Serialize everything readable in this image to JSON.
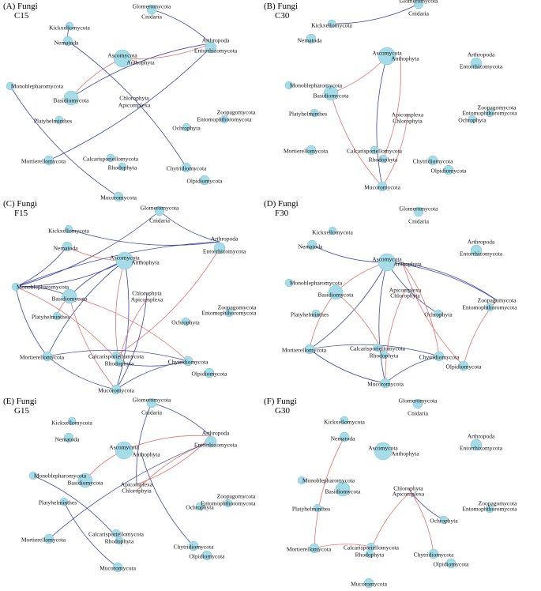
{
  "node_names": {
    "glomeromycota": "Glomeromycota",
    "cnidaria": "Cnidaria",
    "kickxellomycota": "Kickxellomycota",
    "nematoda": "Nematoda",
    "arthropoda": "Arthropoda",
    "entorrhizomycota": "Entorrhizomycota",
    "ascomycota": "Ascomycota",
    "anthophyta": "Anthophyta",
    "monoblepharomycota": "Monoblepharomycota",
    "basidiomycota": "Basidiomycota",
    "chlorophyta": "Chlorophyta",
    "apicomplexa": "Apicomplexa",
    "platyhelminthes": "Platyhelminthes",
    "zoopagomycota": "Zoopagomycota",
    "entomophthoromycota": "Entomophthoromycota",
    "ochrophyta": "Ochrophyta",
    "mortierellomycota": "Mortierellomycota",
    "calcarisporiellomycota": "Calcarisporiellomycota",
    "rhodophyta": "Rhodophyta",
    "chytridiomycota": "Chytridiomycota",
    "olpidiomycota": "Olpidiomycota",
    "mucoromycota": "Mucoromycota"
  },
  "panels": [
    {
      "id": "A",
      "title": "(A) Fungi",
      "subtitle": "C15",
      "pair_labels": [
        [
          "chlorophyta",
          "apicomplexa"
        ]
      ],
      "edges": [
        [
          "ascomycota",
          "basidiomycota",
          "red"
        ],
        [
          "ascomycota",
          "anthophyta",
          "red"
        ],
        [
          "ascomycota",
          "arthropoda",
          "red"
        ],
        [
          "glomeromycota",
          "arthropoda",
          "blue"
        ],
        [
          "kickxellomycota",
          "nematoda",
          "blue"
        ],
        [
          "nematoda",
          "chytridiomycota",
          "blue"
        ],
        [
          "monoblepharomycota",
          "mucoromycota",
          "blue"
        ],
        [
          "basidiomycota",
          "arthropoda",
          "blue"
        ],
        [
          "mortierellomycota",
          "entorrhizomycota",
          "blue"
        ]
      ]
    },
    {
      "id": "B",
      "title": "(B) Fungi",
      "subtitle": "C30",
      "pair_labels": [
        [
          "apicomplexa",
          "chlorophyta"
        ]
      ],
      "edges": [
        [
          "kickxellomycota",
          "glomeromycota",
          "blue"
        ],
        [
          "ascomycota",
          "basidiomycota",
          "red"
        ],
        [
          "ascomycota",
          "mucoromycota",
          "blue"
        ],
        [
          "anthophyta",
          "rhodophyta",
          "red"
        ],
        [
          "basidiomycota",
          "mucoromycota",
          "red"
        ],
        [
          "apicomplexa",
          "mucoromycota",
          "red"
        ]
      ]
    },
    {
      "id": "C",
      "title": "(C) Fungi",
      "subtitle": "F15",
      "pair_labels": [
        [
          "chlorophyta",
          "apicomplexa"
        ]
      ],
      "edges": [
        [
          "kickxellomycota",
          "arthropoda",
          "blue"
        ],
        [
          "glomeromycota",
          "monoblepharomycota",
          "blue"
        ],
        [
          "glomeromycota",
          "arthropoda",
          "blue"
        ],
        [
          "nematoda",
          "monoblepharomycota",
          "blue"
        ],
        [
          "nematoda",
          "ascomycota",
          "red"
        ],
        [
          "monoblepharomycota",
          "arthropoda",
          "blue"
        ],
        [
          "monoblepharomycota",
          "ascomycota",
          "blue"
        ],
        [
          "monoblepharomycota",
          "basidiomycota",
          "blue"
        ],
        [
          "monoblepharomycota",
          "mortierellomycota",
          "blue"
        ],
        [
          "monoblepharomycota",
          "rhodophyta",
          "red"
        ],
        [
          "ascomycota",
          "basidiomycota",
          "blue"
        ],
        [
          "ascomycota",
          "anthophyta",
          "red"
        ],
        [
          "ascomycota",
          "rhodophyta",
          "red"
        ],
        [
          "ascomycota",
          "mucoromycota",
          "blue"
        ],
        [
          "ascomycota",
          "mortierellomycota",
          "blue"
        ],
        [
          "entorrhizomycota",
          "calcarisporiellomycota",
          "red"
        ],
        [
          "basidiomycota",
          "mucoromycota",
          "red"
        ],
        [
          "basidiomycota",
          "chytridiomycota",
          "red"
        ],
        [
          "basidiomycota",
          "platyhelminthes",
          "red"
        ],
        [
          "chlorophyta",
          "mucoromycota",
          "blue"
        ],
        [
          "apicomplexa",
          "rhodophyta",
          "red"
        ],
        [
          "mortierellomycota",
          "chytridiomycota",
          "blue"
        ],
        [
          "mortierellomycota",
          "mucoromycota",
          "blue"
        ],
        [
          "mucoromycota",
          "chytridiomycota",
          "blue"
        ],
        [
          "rhodophyta",
          "chytridiomycota",
          "blue"
        ]
      ]
    },
    {
      "id": "D",
      "title": "(D) Fungi",
      "subtitle": "F30",
      "pair_labels": [
        [
          "apicomplexa",
          "chlorophyta"
        ]
      ],
      "edges": [
        [
          "nematoda",
          "ascomycota",
          "blue"
        ],
        [
          "ascomycota",
          "anthophyta",
          "blue"
        ],
        [
          "ascomycota",
          "basidiomycota",
          "red"
        ],
        [
          "ascomycota",
          "mortierellomycota",
          "blue"
        ],
        [
          "ascomycota",
          "mucoromycota",
          "blue"
        ],
        [
          "ascomycota",
          "zoopagomycota",
          "blue"
        ],
        [
          "ascomycota",
          "ochrophyta",
          "blue"
        ],
        [
          "anthophyta",
          "zoopagomycota",
          "blue"
        ],
        [
          "anthophyta",
          "olpidiomycota",
          "red"
        ],
        [
          "anthophyta",
          "chytridiomycota",
          "red"
        ],
        [
          "basidiomycota",
          "mortierellomycota",
          "red"
        ],
        [
          "basidiomycota",
          "rhodophyta",
          "red"
        ],
        [
          "apicomplexa",
          "mucoromycota",
          "red"
        ],
        [
          "mortierellomycota",
          "chytridiomycota",
          "blue"
        ],
        [
          "mortierellomycota",
          "mucoromycota",
          "blue"
        ],
        [
          "mucoromycota",
          "chytridiomycota",
          "blue"
        ],
        [
          "zoopagomycota",
          "olpidiomycota",
          "red"
        ]
      ]
    },
    {
      "id": "E",
      "title": "(E) Fungi",
      "subtitle": "G15",
      "pair_labels": [
        [
          "apicomplexa",
          "chlorophyta"
        ]
      ],
      "edges": [
        [
          "glomeromycota",
          "apicomplexa",
          "blue"
        ],
        [
          "glomeromycota",
          "arthropoda",
          "blue"
        ],
        [
          "ascomycota",
          "basidiomycota",
          "red"
        ],
        [
          "ascomycota",
          "arthropoda",
          "red"
        ],
        [
          "anthophyta",
          "chytridiomycota",
          "blue"
        ],
        [
          "chlorophyta",
          "entorrhizomycota",
          "red"
        ],
        [
          "apicomplexa",
          "arthropoda",
          "red"
        ],
        [
          "monoblepharomycota",
          "rhodophyta",
          "blue"
        ],
        [
          "platyhelminthes",
          "mucoromycota",
          "blue"
        ],
        [
          "mortierellomycota",
          "entorrhizomycota",
          "blue"
        ]
      ]
    },
    {
      "id": "F",
      "title": "(F) Fungi",
      "subtitle": "G30",
      "pair_labels": [
        [
          "chlorophyta",
          "apicomplexa"
        ]
      ],
      "edges": [
        [
          "nematoda",
          "mortierellomycota",
          "red"
        ],
        [
          "mortierellomycota",
          "calcarisporiellomycota",
          "red"
        ],
        [
          "chlorophyta",
          "ochrophyta",
          "blue"
        ],
        [
          "chlorophyta",
          "chytridiomycota",
          "red"
        ],
        [
          "apicomplexa",
          "rhodophyta",
          "red"
        ]
      ]
    }
  ]
}
